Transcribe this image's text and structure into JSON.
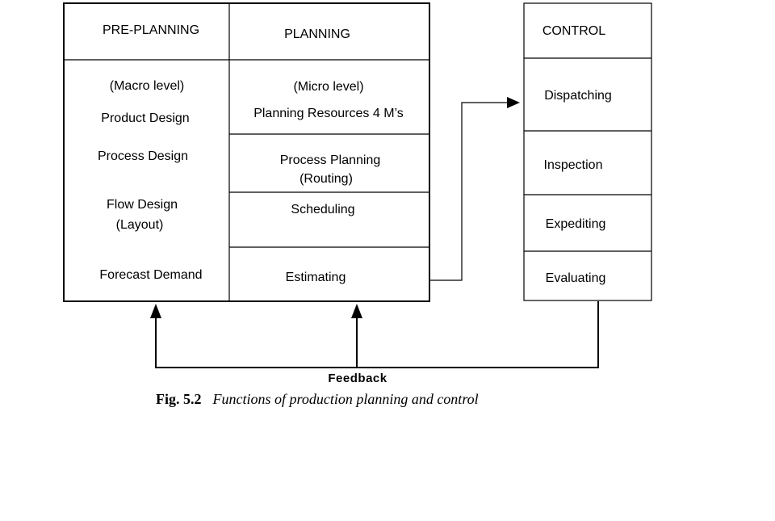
{
  "preplanning": {
    "header": "PRE-PLANNING",
    "items": [
      "(Macro level)",
      "Product Design",
      "Process Design",
      "Flow Design",
      "(Layout)",
      "Forecast Demand"
    ]
  },
  "planning": {
    "header": "PLANNING",
    "items": [
      "(Micro level)",
      "Planning Resources 4 M’s",
      "Process Planning",
      "(Routing)",
      "Scheduling",
      "Estimating"
    ]
  },
  "control": {
    "header": "CONTROL",
    "items": [
      "Dispatching",
      "Inspection",
      "Expediting",
      "Evaluating"
    ]
  },
  "feedback_label": "Feedback",
  "caption": {
    "number": "Fig.  5.2",
    "text": "Functions  of  production  planning  and  control"
  }
}
